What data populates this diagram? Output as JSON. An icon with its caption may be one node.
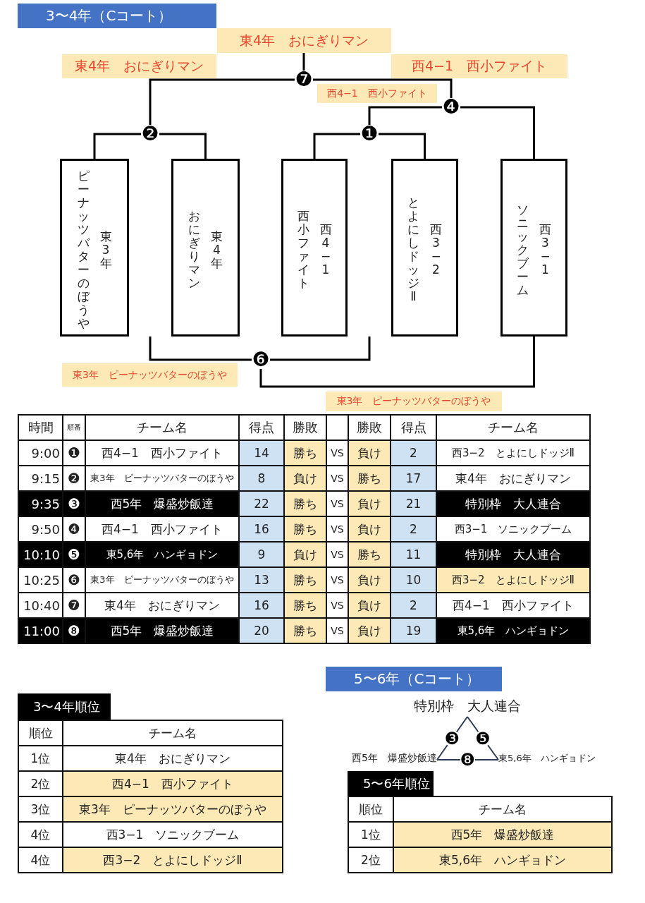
{
  "diagram": {
    "nodes": [
      {
        "text": [
          "東4年　おにぎりマン"
        ]
      },
      {
        "text": [
          "東4年　おにぎりマン"
        ]
      },
      {
        "text": [
          "西4−1　西小ファイト"
        ]
      },
      {
        "text": [
          "❼"
        ]
      },
      {
        "text": [
          "西4−1　西小ファイト"
        ]
      },
      {
        "text": [
          "❹"
        ]
      },
      {
        "text": [
          "❷"
        ]
      },
      {
        "text": [
          "❶"
        ]
      },
      {
        "text": [
          "ピーナッツバターのぼうや",
          "東3年"
        ]
      },
      {
        "text": [
          "おにぎりマン",
          "東4年"
        ]
      },
      {
        "text": [
          "西小ファイト",
          "西4−1"
        ]
      },
      {
        "text": [
          "とよにしドッジⅡ",
          "西3−2"
        ]
      },
      {
        "text": [
          "ソニックブーム",
          "西3−1"
        ]
      },
      {
        "text": [
          "❻"
        ]
      },
      {
        "text": [
          "東3年　ピーナッツバターのぼうや"
        ]
      },
      {
        "text": [
          "東3年　ピーナッツバターのぼうや"
        ]
      },
      {
        "text": [
          "特別枠　大人連合"
        ]
      },
      {
        "text": [
          "西5年　爆盛炒飯達"
        ]
      },
      {
        "text": [
          "東5,6年　ハンギョドン"
        ]
      }
    ],
    "edges": [
      {
        "from": 8,
        "to": 6,
        "arrow": "none"
      },
      {
        "from": 9,
        "to": 6,
        "arrow": "none"
      },
      {
        "from": 6,
        "to": 3,
        "arrow": "none"
      },
      {
        "from": 10,
        "to": 7,
        "arrow": "none"
      },
      {
        "from": 11,
        "to": 7,
        "arrow": "none"
      },
      {
        "from": 7,
        "to": 5,
        "arrow": "none"
      },
      {
        "from": 12,
        "to": 5,
        "arrow": "none"
      },
      {
        "from": 5,
        "to": 3,
        "arrow": "none"
      },
      {
        "from": 3,
        "to": 0,
        "arrow": "none"
      },
      {
        "from": null,
        "to": 13,
        "arrow": "none"
      },
      {
        "from": null,
        "to": 13,
        "arrow": "none"
      },
      {
        "from": 13,
        "to": 12,
        "arrow": "none"
      },
      {
        "from": 17,
        "to": 16,
        "label": "❸",
        "arrow": "none"
      },
      {
        "from": 16,
        "to": 18,
        "label": "❺",
        "arrow": "none"
      },
      {
        "from": 17,
        "to": 18,
        "label": "❽",
        "arrow": "none"
      }
    ],
    "labels": [
      "3〜4年（Cコート）",
      "時間",
      "順番",
      "チーム名",
      "得点",
      "勝敗",
      "勝敗",
      "得点",
      "チーム名",
      "9:00",
      "❶",
      "西4−1　西小ファイト",
      "14",
      "勝ち",
      "VS",
      "負け",
      "2",
      "西3−2　とよにしドッジⅡ",
      "9:15",
      "❷",
      "東3年　ピーナッツバターのぼうや",
      "8",
      "負け",
      "VS",
      "勝ち",
      "17",
      "東4年　おにぎりマン",
      "9:35",
      "❸",
      "西5年　爆盛炒飯達",
      "22",
      "勝ち",
      "VS",
      "負け",
      "21",
      "特別枠　大人連合",
      "9:50",
      "❹",
      "西4−1　西小ファイト",
      "16",
      "勝ち",
      "VS",
      "負け",
      "2",
      "西3−1　ソニックブーム",
      "10:10",
      "❺",
      "東5,6年　ハンギョドン",
      "9",
      "負け",
      "VS",
      "勝ち",
      "11",
      "特別枠　大人連合",
      "10:25",
      "❻",
      "東3年　ピーナッツバターのぼうや",
      "13",
      "勝ち",
      "VS",
      "負け",
      "10",
      "西3−2　とよにしドッジⅡ",
      "10:40",
      "❼",
      "東4年　おにぎりマン",
      "16",
      "勝ち",
      "VS",
      "負け",
      "2",
      "西4−1　西小ファイト",
      "11:00",
      "❽",
      "西5年　爆盛炒飯達",
      "20",
      "勝ち",
      "VS",
      "負け",
      "19",
      "東5,6年　ハンギョドン",
      "5〜6年（Cコート）",
      "3〜4年順位",
      "順位",
      "チーム名",
      "1位",
      "東4年　おにぎりマン",
      "2位",
      "西4−1　西小ファイト",
      "3位",
      "東3年　ピーナッツバターのぼうや",
      "4位",
      "西3−1　ソニックブーム",
      "4位",
      "西3−2　とよにしドッジⅡ",
      "5〜6年順位",
      "順位",
      "チーム名",
      "1位",
      "西5年　爆盛炒飯達",
      "2位",
      "東5,6年　ハンギョドン"
    ]
  }
}
